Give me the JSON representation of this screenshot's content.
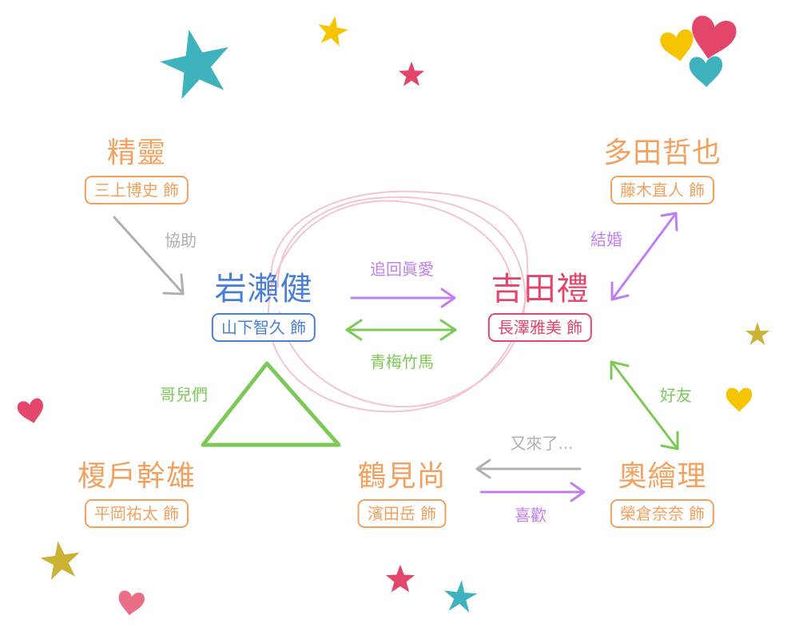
{
  "colors": {
    "orange": "#f2a15f",
    "blue": "#4a7fd9",
    "pink": "#e2476b",
    "purple": "#c07ff0",
    "green": "#7dc958",
    "gray": "#b0b0b0",
    "teal": "#3fb3bd",
    "yellow": "#f6c400",
    "red": "#e2476b",
    "olive": "#c9b234",
    "faint_pink": "#f3bcc6"
  },
  "characters": {
    "seirei": {
      "name": "精靈",
      "actor": "三上博史 飾"
    },
    "iwase": {
      "name": "岩瀨健",
      "actor": "山下智久 飾"
    },
    "yoshida": {
      "name": "吉田禮",
      "actor": "長澤雅美 飾"
    },
    "tada": {
      "name": "多田哲也",
      "actor": "藤木直人 飾"
    },
    "enokido": {
      "name": "榎戶幹雄",
      "actor": "平岡祐太 飾"
    },
    "tsurumi": {
      "name": "鶴見尚",
      "actor": "濱田岳 飾"
    },
    "oku": {
      "name": "奧繪理",
      "actor": "榮倉奈奈 飾"
    }
  },
  "relations": {
    "help": "協助",
    "chase_love": "追回眞愛",
    "childhood": "青梅竹馬",
    "married": "結婚",
    "friends": "好友",
    "buddies": "哥兒們",
    "again": "又來了...",
    "like": "喜歡"
  },
  "decorations": [
    "star-icon",
    "heart-icon"
  ]
}
